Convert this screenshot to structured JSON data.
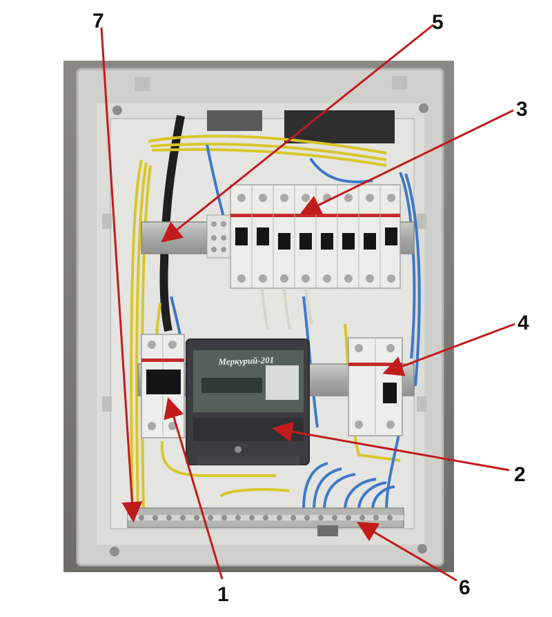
{
  "photo": {
    "subject": "electrical distribution panel"
  },
  "meter": {
    "label": "Меркурий-201"
  },
  "callouts": [
    {
      "id": "1",
      "label": "1"
    },
    {
      "id": "2",
      "label": "2"
    },
    {
      "id": "3",
      "label": "3"
    },
    {
      "id": "4",
      "label": "4"
    },
    {
      "id": "5",
      "label": "5"
    },
    {
      "id": "6",
      "label": "6"
    },
    {
      "id": "7",
      "label": "7"
    }
  ],
  "colors": {
    "arrow": "#c21b1b",
    "wire_yellow": "#d8c628",
    "wire_blue": "#3f78c8",
    "wall": "#7d7d79",
    "enclosure": "#d9d9d5",
    "meter_body": "#3b3d40"
  }
}
